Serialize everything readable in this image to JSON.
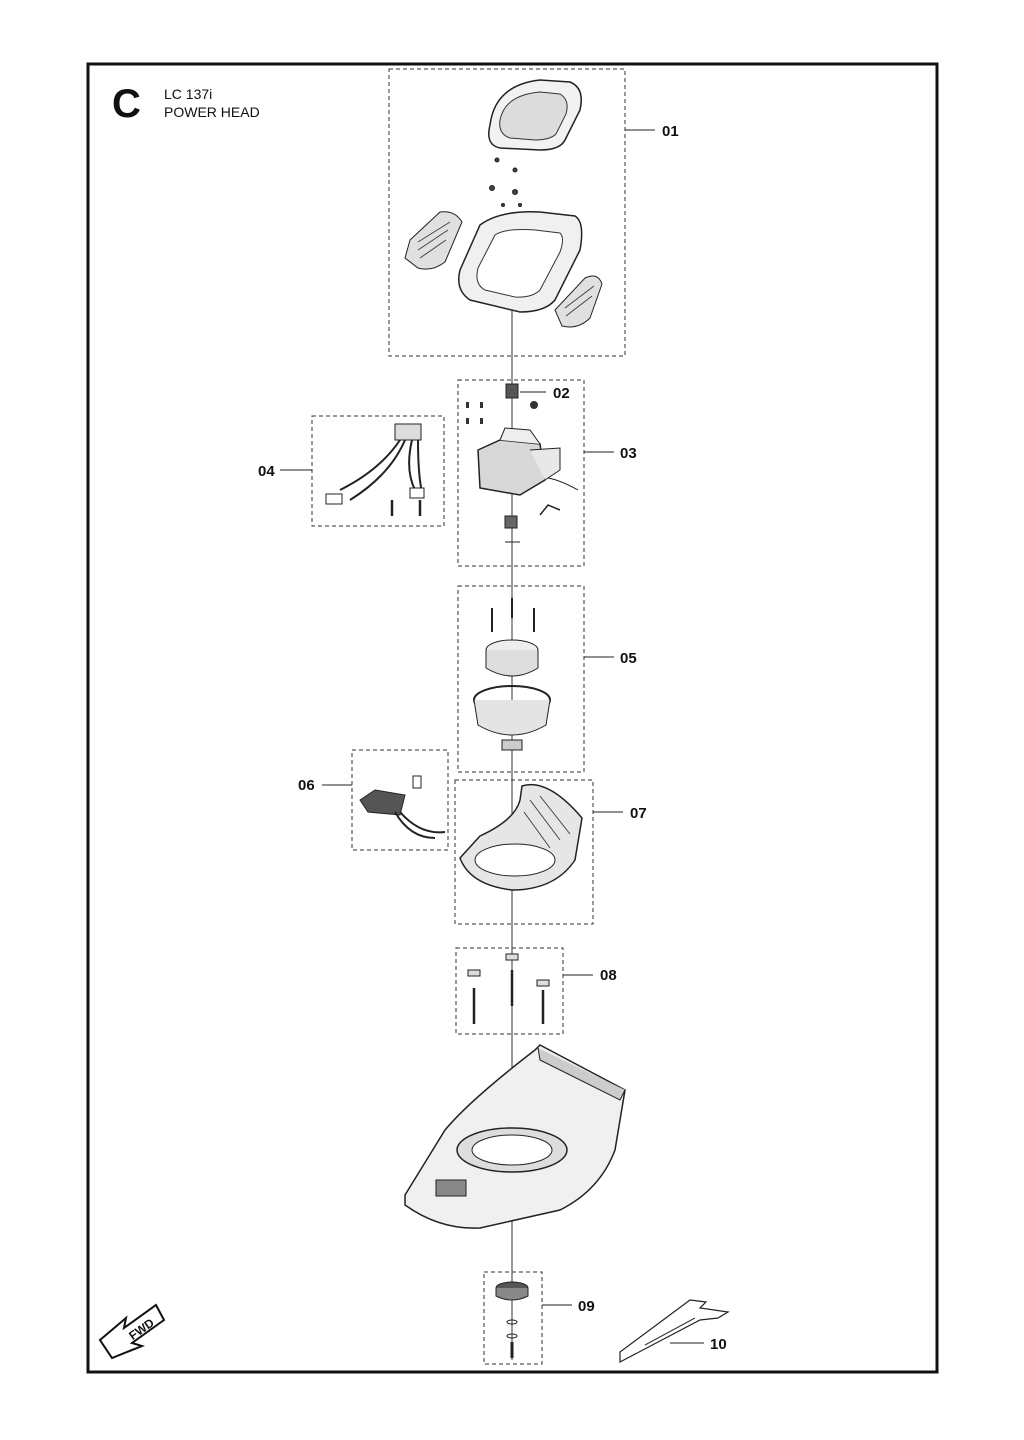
{
  "header": {
    "section_letter": "C",
    "model": "LC 137i",
    "title": "POWER HEAD"
  },
  "callouts": [
    {
      "id": "01"
    },
    {
      "id": "02"
    },
    {
      "id": "03"
    },
    {
      "id": "04"
    },
    {
      "id": "05"
    },
    {
      "id": "06"
    },
    {
      "id": "07"
    },
    {
      "id": "08"
    },
    {
      "id": "09"
    },
    {
      "id": "10"
    }
  ],
  "direction_marker": {
    "label": "FWD"
  },
  "colors": {
    "line": "#1a1a1a",
    "fill_light": "#e8e8e8",
    "fill_dark": "#555555"
  }
}
